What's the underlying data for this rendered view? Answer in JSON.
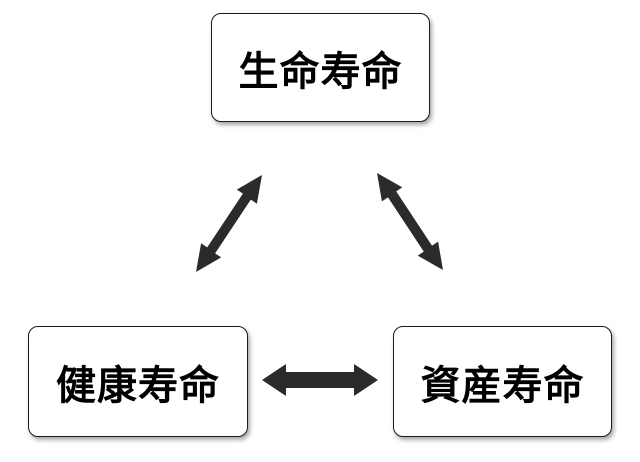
{
  "diagram": {
    "nodes": {
      "top": {
        "label": "生命寿命"
      },
      "left": {
        "label": "健康寿命"
      },
      "right": {
        "label": "資産寿命"
      }
    },
    "arrows": [
      {
        "from": "top",
        "to": "left",
        "style": "double-headed"
      },
      {
        "from": "top",
        "to": "right",
        "style": "double-headed"
      },
      {
        "from": "left",
        "to": "right",
        "style": "double-headed"
      }
    ],
    "colors": {
      "arrow": "#2b2b2b",
      "box_border": "#1a1a1a",
      "text": "#000000"
    }
  }
}
